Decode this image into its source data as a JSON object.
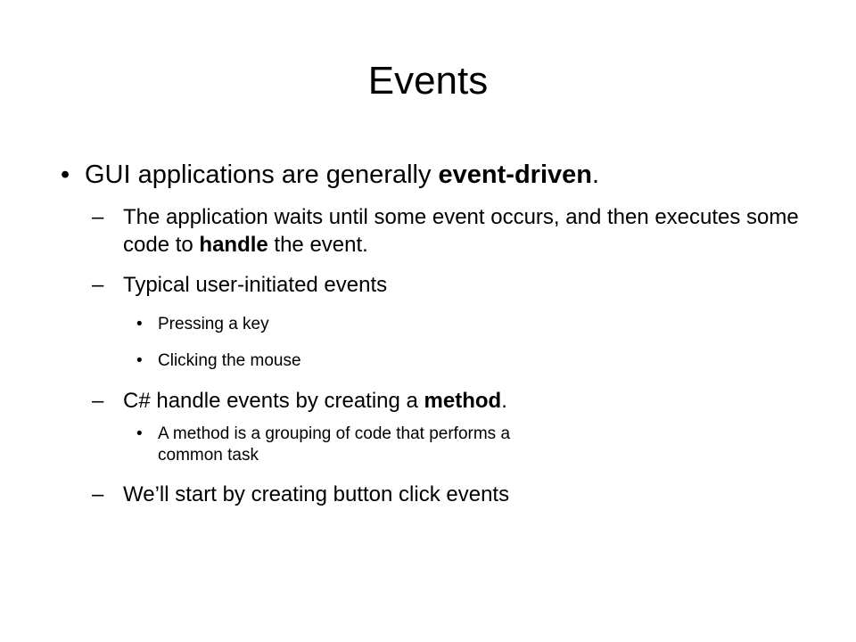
{
  "slide": {
    "title": "Events",
    "bullet_symbol": "•",
    "dash_symbol": "–"
  },
  "content": {
    "b1": {
      "before": "GUI applications are generally ",
      "bold": "event-driven",
      "after": "."
    },
    "b2": {
      "before": "The application waits until some event occurs, and then executes some code to ",
      "bold": "handle",
      "after": " the event."
    },
    "b3": {
      "text": "Typical user-initiated events"
    },
    "b4": {
      "text": "Pressing a key"
    },
    "b5": {
      "text": "Clicking the mouse"
    },
    "b6": {
      "before": "C# handle events by creating a ",
      "bold": "method",
      "after": "."
    },
    "b7": {
      "text": "A method is a grouping of code that performs a common task"
    },
    "b8": {
      "text": "We’ll start by creating button click events"
    }
  }
}
